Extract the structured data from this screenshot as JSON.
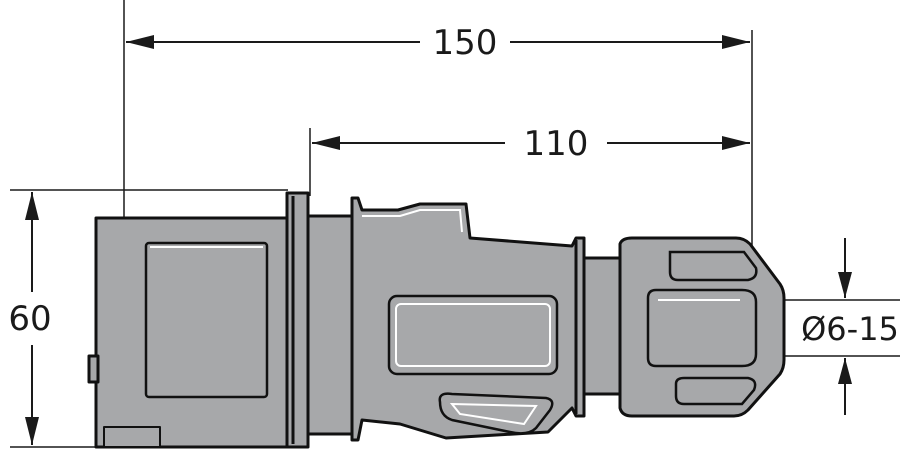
{
  "dimensions": {
    "overall_length": "150",
    "plug_length": "110",
    "height": "60",
    "cable_diameter": "Ø6-15"
  },
  "colors": {
    "housing": "#a7a8aa",
    "outline": "#111111",
    "dimension_lines": "#1a1a1a",
    "background": "#ffffff"
  }
}
